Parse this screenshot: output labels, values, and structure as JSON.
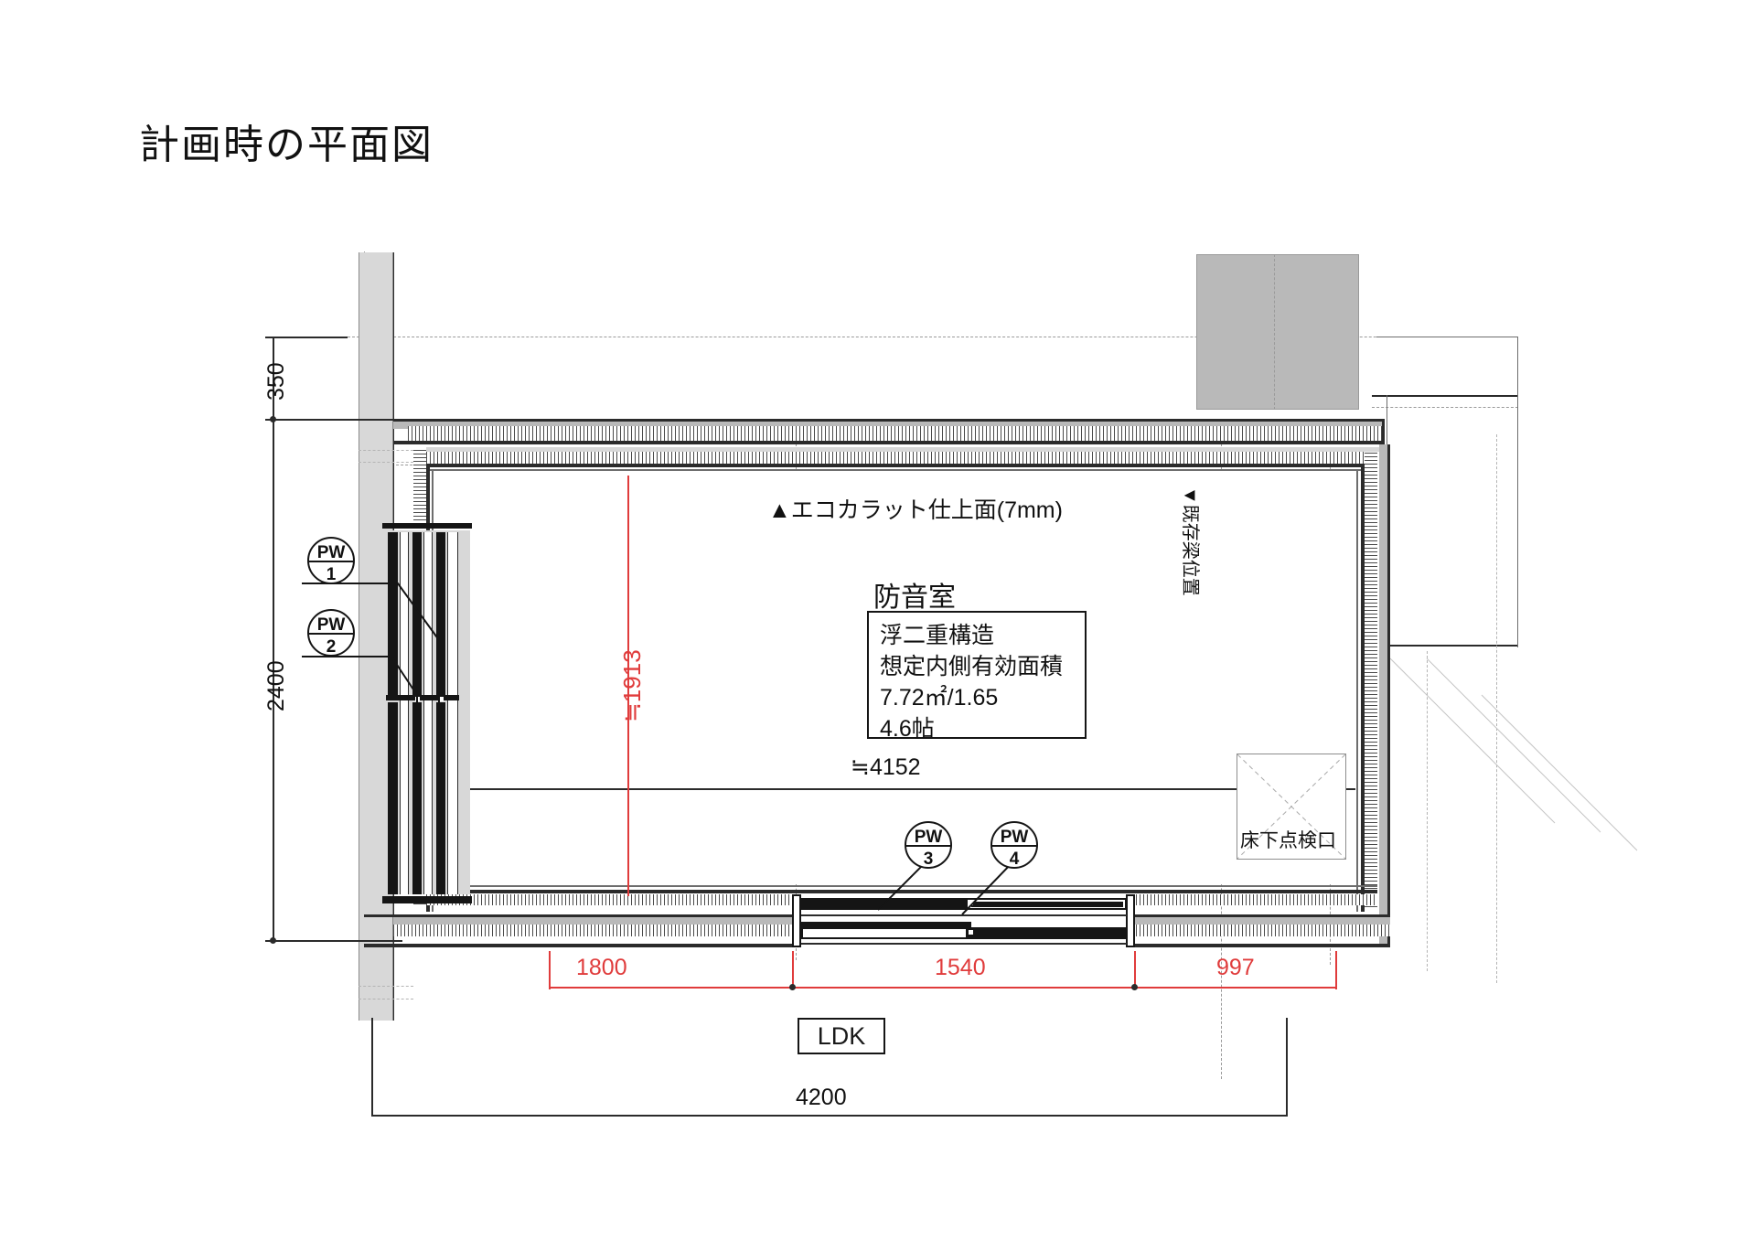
{
  "page": {
    "title": "計画時の平面図",
    "background": "#ffffff",
    "accent_red": "#e03c3c",
    "line_color": "#2b2b2b"
  },
  "drawing": {
    "type": "architectural-floor-plan",
    "room_name": "防音室",
    "adjacent_room": "LDK",
    "finish_note": "▲エコカラット仕上面(7mm)",
    "beam_note": "▼既存梁位置",
    "floor_hatch_label": "床下点検口",
    "info_box": {
      "line1": "浮二重構造",
      "line2": "想定内側有効面積",
      "line3": "7.72㎡/1.65",
      "line4": "4.6帖"
    },
    "callouts": [
      {
        "tag": "PW",
        "num": "1"
      },
      {
        "tag": "PW",
        "num": "2"
      },
      {
        "tag": "PW",
        "num": "3"
      },
      {
        "tag": "PW",
        "num": "4"
      }
    ],
    "dimensions": {
      "left_top": "350",
      "left_main": "2400",
      "inner_vertical": "≒1913",
      "inner_horizontal": "≒4152",
      "bottom_a": "1800",
      "bottom_b": "1540",
      "bottom_c": "997",
      "overall_width": "4200"
    }
  }
}
